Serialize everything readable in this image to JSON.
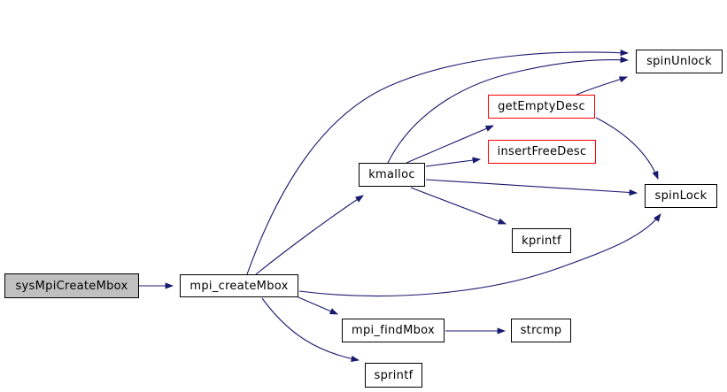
{
  "diagram": {
    "type": "call-graph",
    "nodes": [
      {
        "id": "sysMpiCreateMbox",
        "label": "sysMpiCreateMbox",
        "role": "focus"
      },
      {
        "id": "mpi_createMbox",
        "label": "mpi_createMbox",
        "role": "call"
      },
      {
        "id": "kmalloc",
        "label": "kmalloc",
        "role": "call"
      },
      {
        "id": "getEmptyDesc",
        "label": "getEmptyDesc",
        "role": "call-truncated"
      },
      {
        "id": "insertFreeDesc",
        "label": "insertFreeDesc",
        "role": "call-truncated"
      },
      {
        "id": "spinUnlock",
        "label": "spinUnlock",
        "role": "call"
      },
      {
        "id": "spinLock",
        "label": "spinLock",
        "role": "call"
      },
      {
        "id": "kprintf",
        "label": "kprintf",
        "role": "call"
      },
      {
        "id": "mpi_findMbox",
        "label": "mpi_findMbox",
        "role": "call"
      },
      {
        "id": "strcmp",
        "label": "strcmp",
        "role": "call"
      },
      {
        "id": "sprintf",
        "label": "sprintf",
        "role": "call"
      }
    ],
    "edges": [
      {
        "from": "sysMpiCreateMbox",
        "to": "mpi_createMbox"
      },
      {
        "from": "mpi_createMbox",
        "to": "kmalloc"
      },
      {
        "from": "mpi_createMbox",
        "to": "spinUnlock"
      },
      {
        "from": "mpi_createMbox",
        "to": "spinLock"
      },
      {
        "from": "mpi_createMbox",
        "to": "mpi_findMbox"
      },
      {
        "from": "mpi_createMbox",
        "to": "sprintf"
      },
      {
        "from": "kmalloc",
        "to": "getEmptyDesc"
      },
      {
        "from": "kmalloc",
        "to": "insertFreeDesc"
      },
      {
        "from": "kmalloc",
        "to": "spinUnlock"
      },
      {
        "from": "kmalloc",
        "to": "spinLock"
      },
      {
        "from": "kmalloc",
        "to": "kprintf"
      },
      {
        "from": "getEmptyDesc",
        "to": "spinUnlock"
      },
      {
        "from": "getEmptyDesc",
        "to": "spinLock"
      },
      {
        "from": "mpi_findMbox",
        "to": "strcmp"
      }
    ],
    "colors": {
      "edge": "#191970",
      "node_border": "#000000",
      "truncated_node_border": "#ff0000",
      "focus_node_fill": "#c0c0c0",
      "node_fill": "#ffffff",
      "text": "#000000",
      "background": "#ffffff"
    }
  }
}
